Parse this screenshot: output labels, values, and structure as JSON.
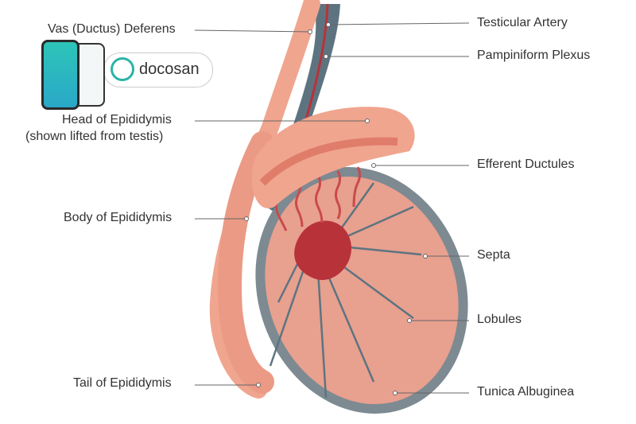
{
  "labels_left": {
    "vas_deferens": "Vas (Ductus) Deferens",
    "head_epididymis": "Head of Epididymis",
    "head_note": "(shown lifted from testis)",
    "body_epididymis": "Body of Epididymis",
    "tail_epididymis": "Tail of Epididymis"
  },
  "labels_right": {
    "testicular_artery": "Testicular Artery",
    "pampiniform_plexus": "Pampiniform Plexus",
    "efferent_ductules": "Efferent Ductules",
    "septa": "Septa",
    "lobules": "Lobules",
    "tunica_albuginea": "Tunica Albuginea"
  },
  "brand": {
    "name": "docosan",
    "accent": "#2bb3a8"
  },
  "colors": {
    "epididymis": "#f0a58f",
    "testis": "#e8a08f",
    "tunica": "#7d8a92",
    "vessels": "#4e6470",
    "rete": "#b8323a"
  }
}
